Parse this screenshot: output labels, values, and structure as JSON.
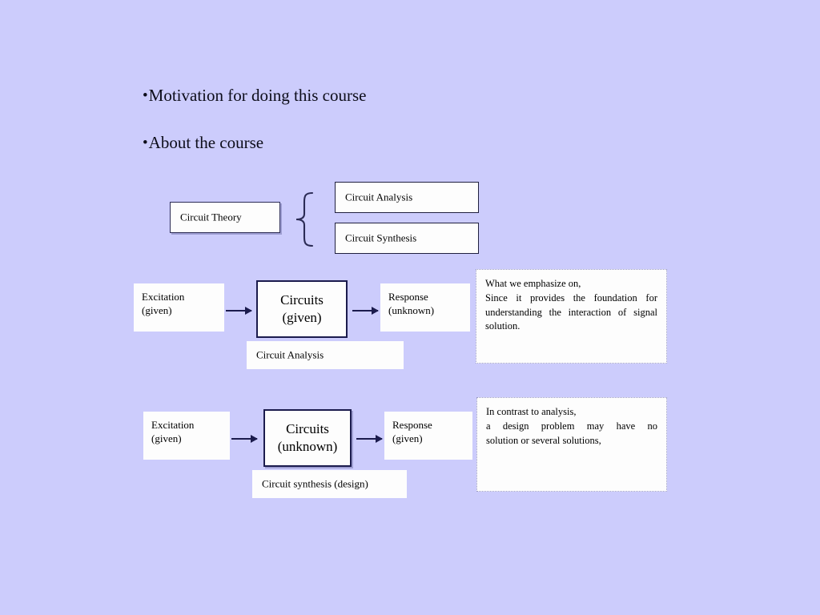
{
  "slide": {
    "background_color": "#ccccfc",
    "bullets": [
      {
        "marker": "•",
        "text": "Motivation for doing this course"
      },
      {
        "marker": "•",
        "text": "About the course"
      }
    ],
    "taxonomy": {
      "root_label": "Circuit Theory",
      "brace": "{",
      "branches": [
        {
          "label": "Circuit Analysis"
        },
        {
          "label": "Circuit Synthesis"
        }
      ]
    },
    "flows": [
      {
        "name": "analysis-flow",
        "input": {
          "line1": "Excitation",
          "line2": "(given)"
        },
        "process": {
          "line1": "Circuits",
          "line2": "(given)"
        },
        "output": {
          "line1": "Response",
          "line2": "(unknown)"
        },
        "caption": "Circuit Analysis",
        "note": {
          "lines": [
            "What we emphasize on,",
            "Since it provides the foundation for",
            "understanding the interaction of signal",
            "solution."
          ]
        }
      },
      {
        "name": "synthesis-flow",
        "input": {
          "line1": "Excitation",
          "line2": "(given)"
        },
        "process": {
          "line1": "Circuits",
          "line2": "(unknown)"
        },
        "output": {
          "line1": "Response",
          "line2": "(given)"
        },
        "caption": "Circuit synthesis (design)",
        "note": {
          "lines": [
            "In contrast to analysis,",
            "a design problem may have no",
            "solution or several solutions,"
          ]
        }
      }
    ],
    "colors": {
      "background": "#ccccfc",
      "box_fill": "#fdfdfd",
      "stroke_dark": "#1b1b4d",
      "stroke_thin": "#20203f",
      "note_border": "#9a9ac4",
      "text": "#000000"
    }
  }
}
